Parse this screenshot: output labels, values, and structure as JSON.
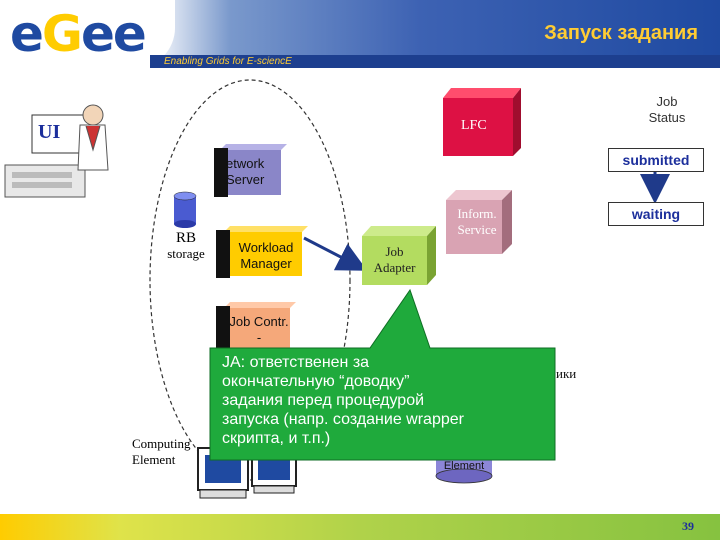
{
  "header": {
    "logo_text": "eGee",
    "title": "Запуск задания",
    "subtitle": "Enabling Grids for E-sciencE"
  },
  "nodes": {
    "ui": "UI",
    "lfc": "LFC",
    "network_server": [
      "etwork",
      "Server"
    ],
    "rb": [
      "RB",
      "storage"
    ],
    "workload_manager": [
      "Workload",
      "Manager"
    ],
    "job_adapter": [
      "Job",
      "Adapter"
    ],
    "inform_service": [
      "Inform.",
      "Service"
    ],
    "job_controller": [
      "Job Contr.",
      "-"
    ],
    "computing_element": [
      "Computing",
      "Element"
    ],
    "storage_element": "Element",
    "truncated_text": "ики"
  },
  "job_status": {
    "heading": [
      "Job",
      "Status"
    ],
    "states": [
      "submitted",
      "waiting"
    ]
  },
  "callout": {
    "lines": [
      "JA: ответственен за",
      "окончательную “доводку”",
      "задания перед процедурой",
      "запуска (напр. создание wrapper",
      "скрипта, и т.п.)"
    ]
  },
  "footer": {
    "page_number": "39"
  },
  "colors": {
    "header_blue": "#1f4aa1",
    "title_yellow": "#ffcc33",
    "lfc_red": "#dd1144",
    "network_purple": "#8a86c8",
    "workload_yellow": "#ffcc00",
    "job_adapter_green": "#b3dc60",
    "inform_service_pink": "#d9a3b3",
    "job_controller_orange": "#f5a87a",
    "callout_green": "#1faa3c",
    "status_text": "#1c2f9c"
  }
}
